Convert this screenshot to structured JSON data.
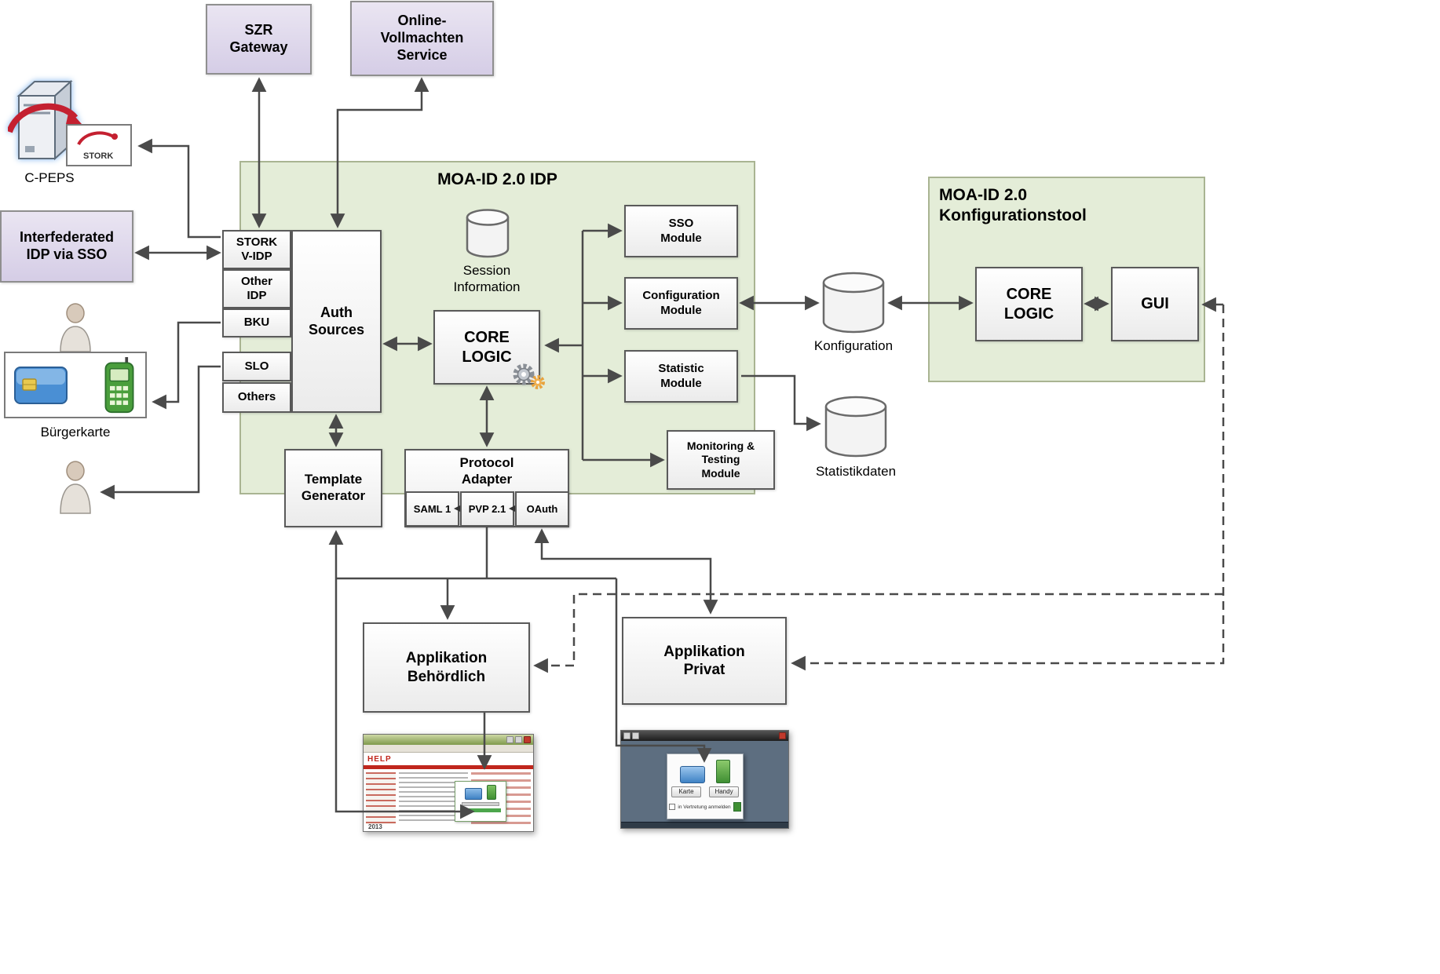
{
  "diagram": {
    "idp_title": "MOA-ID 2.0 IDP",
    "konfigtool_title": "MOA-ID 2.0\nKonfigurationstool",
    "nodes": {
      "szr_gateway": "SZR\nGateway",
      "online_vollmachten": "Online-\nVollmachten\nService",
      "interfederated_idp": "Interfederated\nIDP via SSO",
      "stork_vidp": "STORK\nV-IDP",
      "other_idp": "Other\nIDP",
      "bku": "BKU",
      "slo": "SLO",
      "others": "Others",
      "auth_sources": "Auth\nSources",
      "core_logic": "CORE\nLOGIC",
      "sso_module": "SSO\nModule",
      "configuration_module": "Configuration\nModule",
      "statistic_module": "Statistic\nModule",
      "monitoring_module": "Monitoring &\nTesting\nModule",
      "template_generator": "Template\nGenerator",
      "protocol_adapter": "Protocol\nAdapter",
      "saml1": "SAML 1",
      "pvp21": "PVP 2.1",
      "oauth": "OAuth",
      "tool_core_logic": "CORE\nLOGIC",
      "gui": "GUI",
      "app_behoerdlich": "Applikation\nBehördlich",
      "app_privat": "Applikation\nPrivat"
    },
    "labels": {
      "cpeps": "C-PEPS",
      "stork_badge": "STORK",
      "buergerkarte": "Bürgerkarte",
      "session_information": "Session\nInformation",
      "konfiguration": "Konfiguration",
      "statistikdaten": "Statistikdaten"
    },
    "screenshots": {
      "help_site": {
        "logo": "HELP",
        "year": "2013"
      },
      "login_window": {
        "card_button": "Karte",
        "phone_button": "Handy",
        "checkbox_label": "in Vertretung anmelden"
      }
    },
    "colors": {
      "purple_fill": "#d9d1e6",
      "green_fill": "#e4edd8",
      "arrow": "#4a4a4a",
      "accent_red": "#c42030"
    }
  }
}
